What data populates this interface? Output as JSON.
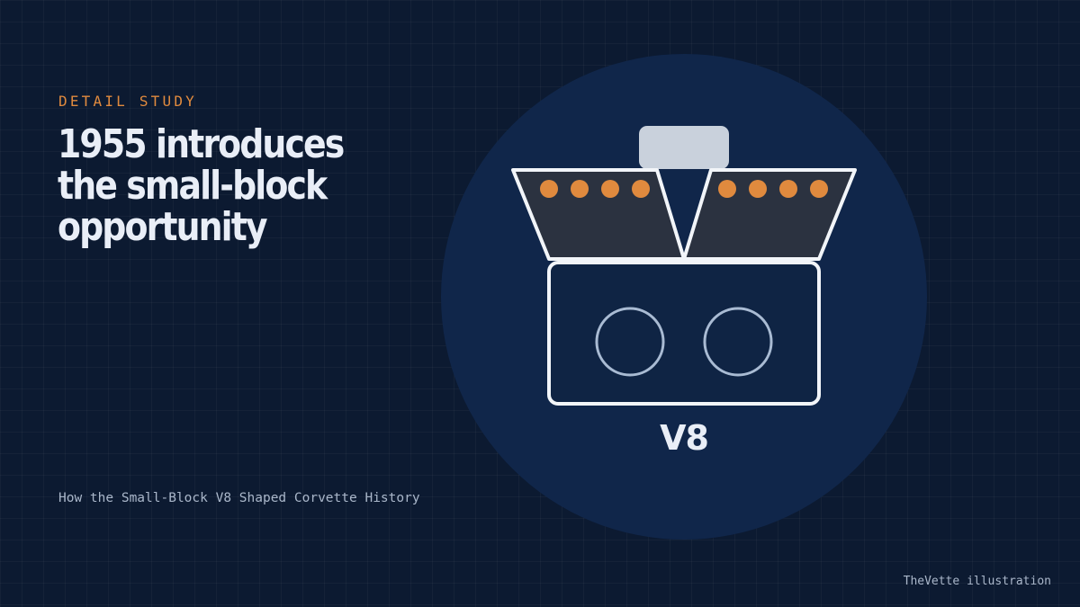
{
  "slide": {
    "eyebrow": "DETAIL STUDY",
    "headline": "1955 introduces the small-block opportunity",
    "subtitle": "How the Small-Block V8 Shaped Corvette History",
    "credit": "TheVette illustration"
  },
  "illustration": {
    "engine_label": "V8",
    "colors": {
      "background": "#0c1a31",
      "circle": "#10264a",
      "accent": "#e08a3e",
      "cylinder_bank": "#2b3240",
      "outline": "#f2f5f9",
      "air_cleaner": "#c9d1dc",
      "bore_ring": "#a9bbd3"
    }
  }
}
